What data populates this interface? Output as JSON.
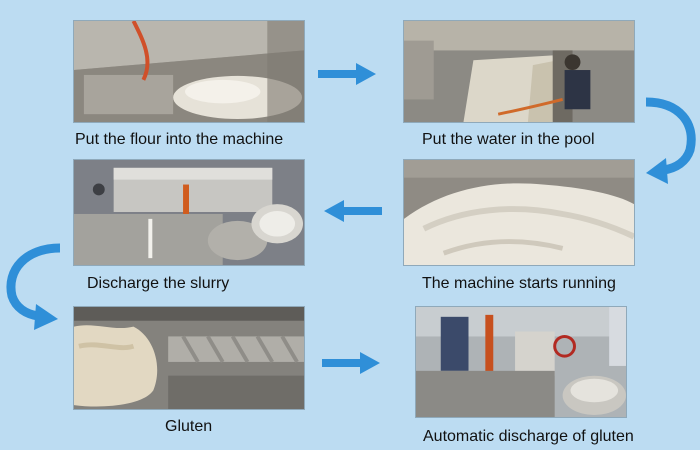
{
  "steps": [
    {
      "caption": "Put the flour into the machine"
    },
    {
      "caption": "Put the water in the pool"
    },
    {
      "caption": "The machine starts running"
    },
    {
      "caption": "Discharge the slurry"
    },
    {
      "caption": "Gluten"
    },
    {
      "caption": "Automatic discharge of gluten"
    }
  ],
  "colors": {
    "background": "#bcdcf2",
    "arrow": "#2f8fd8"
  },
  "icons": {
    "arrow_right": "arrow-right-icon",
    "arrow_left": "arrow-left-icon",
    "arrow_curved": "curved-arrow-icon"
  }
}
